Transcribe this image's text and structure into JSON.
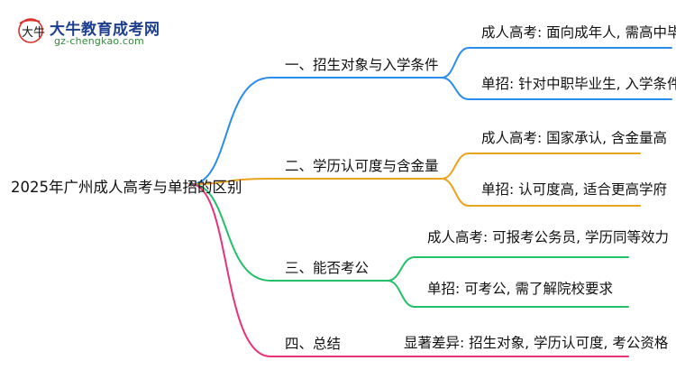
{
  "logo": {
    "title": "大牛教育成考网",
    "url": "gz-chengkao.com"
  },
  "mindmap": {
    "root": "2025年广州成人高考与单招的区别",
    "branches": [
      {
        "label": "一、招生对象与入学条件",
        "color": "#2b8cf0",
        "leaves": [
          "成人高考: 面向成年人, 需高中毕业证",
          "单招: 针对中职毕业生, 入学条件宽松"
        ]
      },
      {
        "label": "二、学历认可度与含金量",
        "color": "#eaa31c",
        "leaves": [
          "成人高考: 国家承认, 含金量高",
          "单招: 认可度高, 适合更高学府"
        ]
      },
      {
        "label": "三、能否考公",
        "color": "#23c06a",
        "leaves": [
          "成人高考: 可报考公务员, 学历同等效力",
          "单招: 可考公, 需了解院校要求"
        ]
      },
      {
        "label": "四、总结",
        "color": "#e8337a",
        "leaves": [
          "显著差异: 招生对象, 学历认可度, 考公资格"
        ]
      }
    ]
  }
}
